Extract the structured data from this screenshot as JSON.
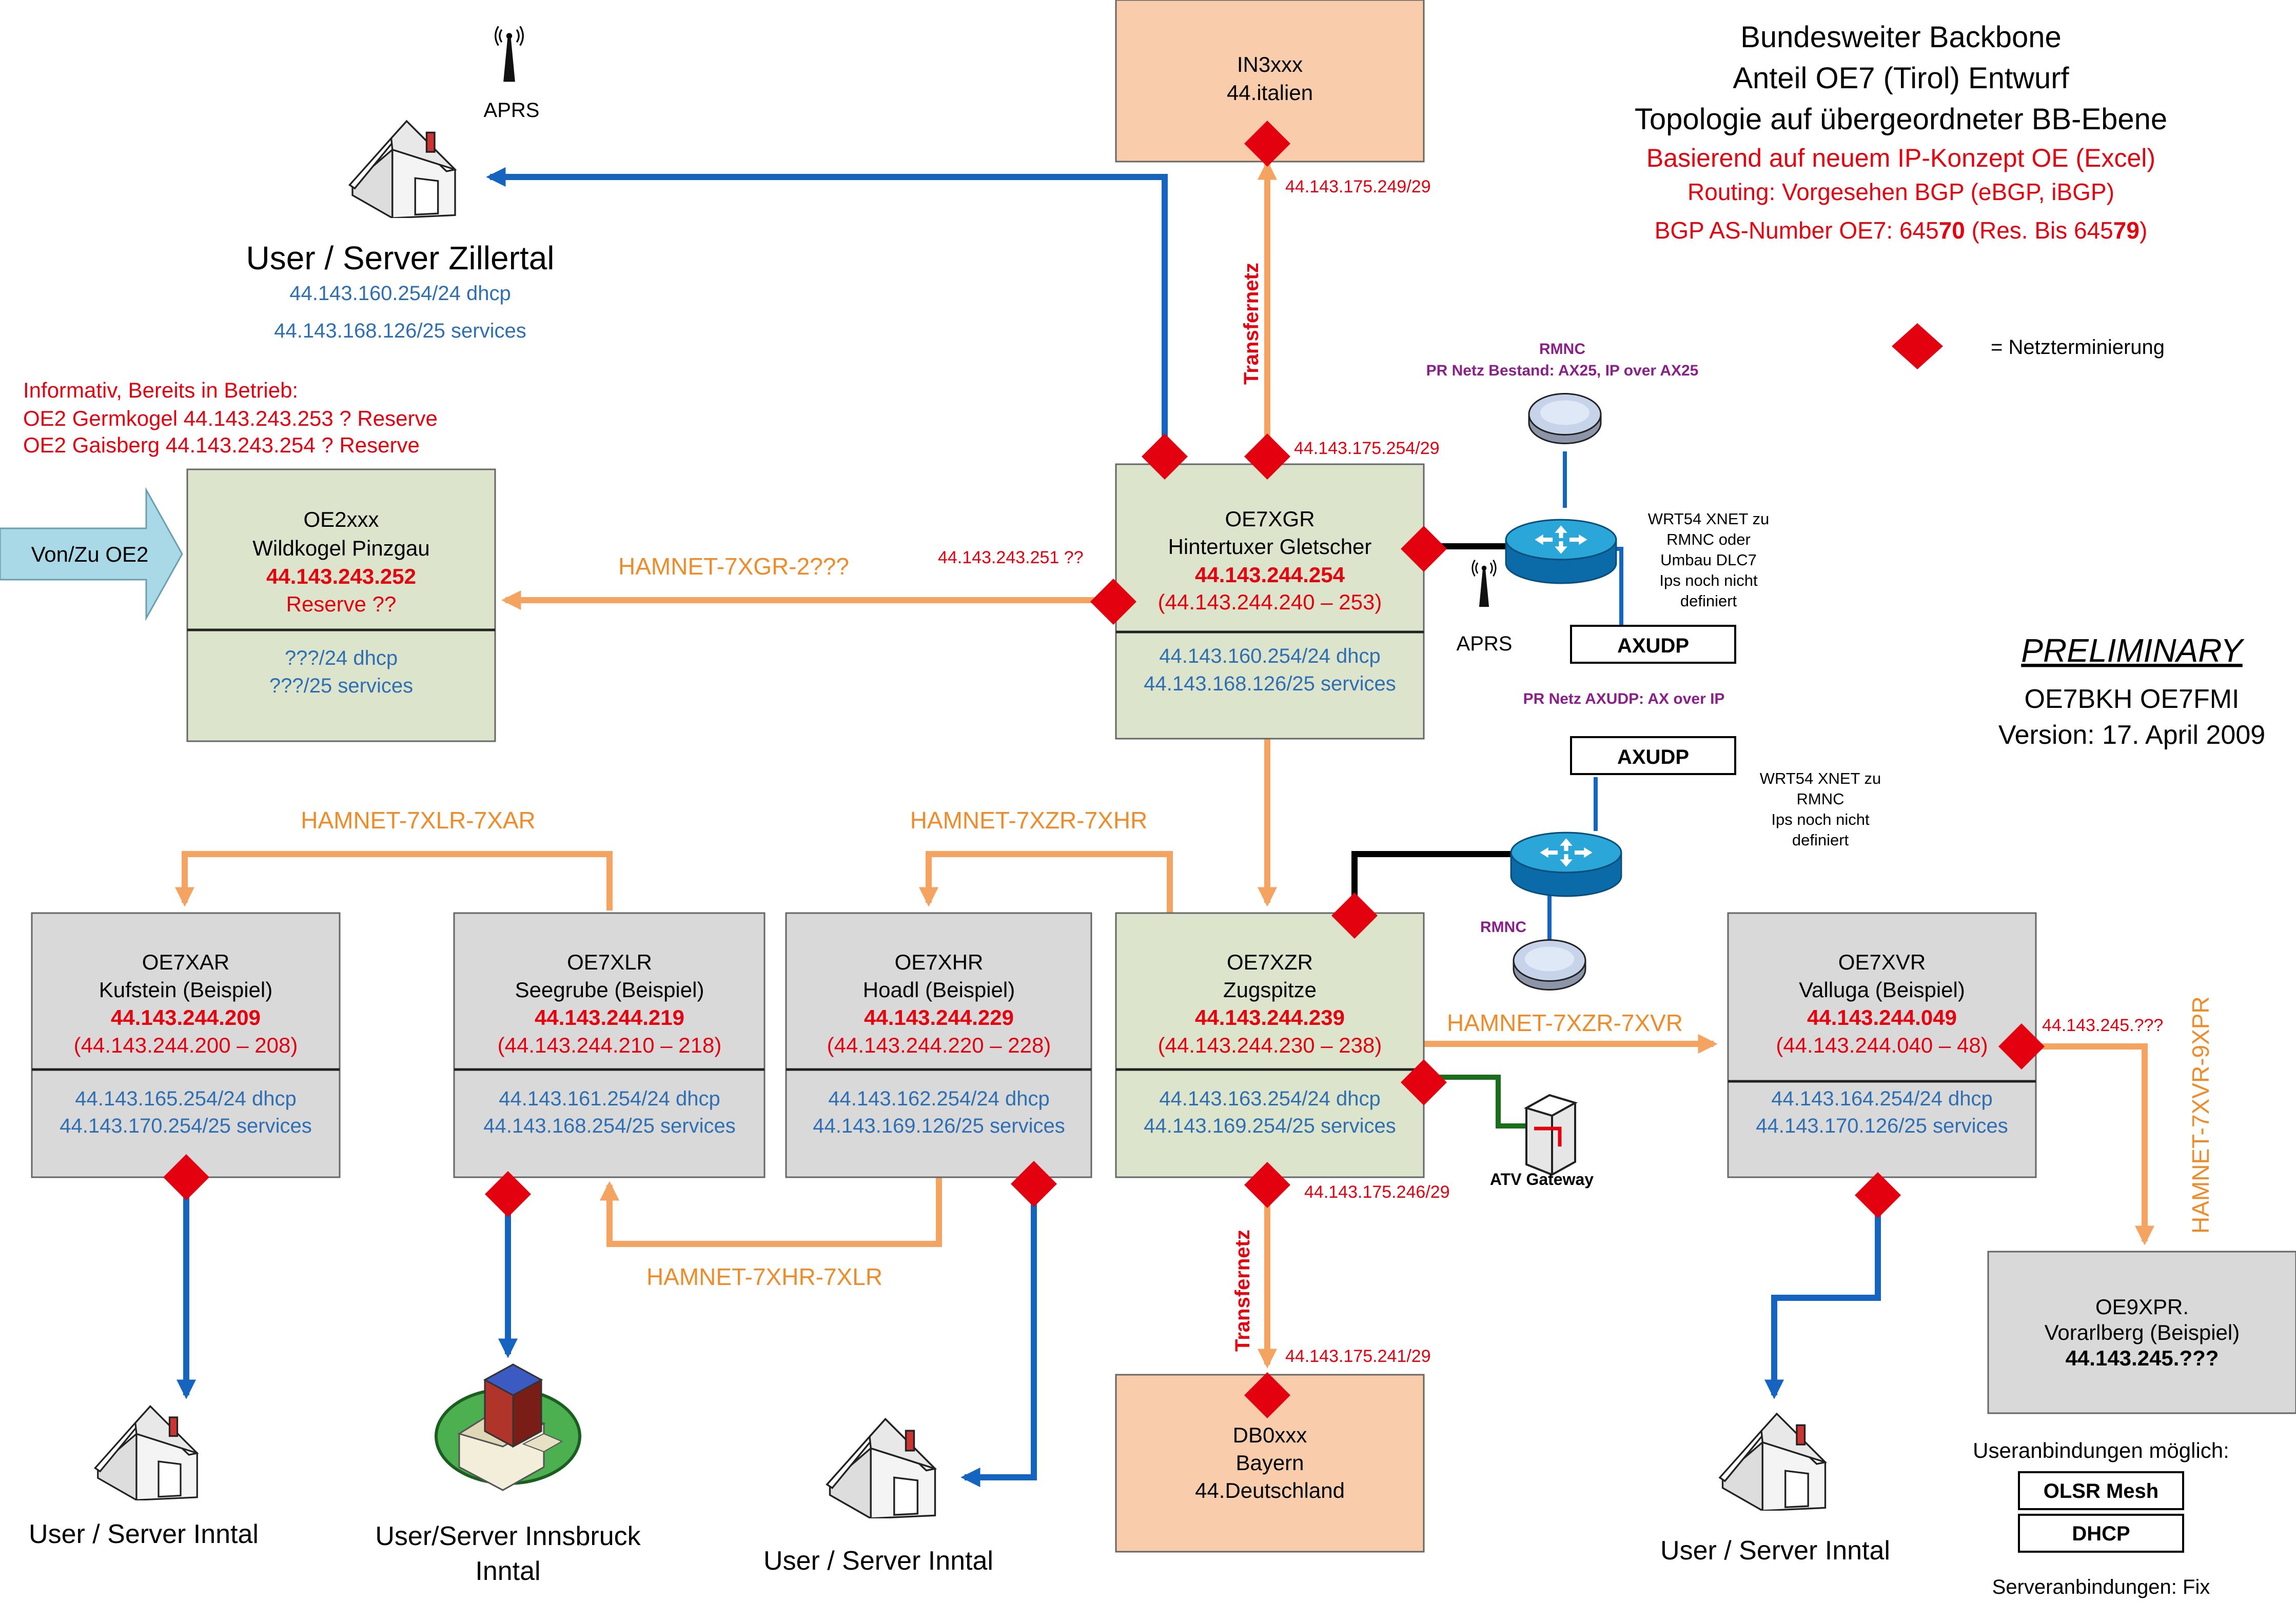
{
  "title": {
    "line1": "Bundesweiter Backbone",
    "line2": "Anteil OE7 (Tirol) Entwurf",
    "line3": "Topologie auf übergeordneter BB-Ebene",
    "line4": "Basierend auf neuem IP-Konzept OE (Excel)",
    "line5": "Routing: Vorgesehen BGP (eBGP, iBGP)",
    "line6a": "BGP AS-Number OE7: 645",
    "line6b": "70",
    "line6c": " (Res. Bis 645",
    "line6d": "79",
    "line6e": ")"
  },
  "legend": {
    "termination": "= Netzterminierung"
  },
  "preliminary": {
    "label": "PRELIMINARY",
    "authors": "OE7BKH OE7FMI",
    "version": "Version: 17. April 2009"
  },
  "info": {
    "line1": "Informativ, Bereits in Betrieb:",
    "line2": "OE2 Germkogel 44.143.243.253 ? Reserve",
    "line3": "OE2 Gaisberg 44.143.243.254 ? Reserve"
  },
  "vonzu": "Von/Zu OE2",
  "aprs_top": "APRS",
  "aprs_mid": "APRS",
  "zillertal": {
    "label": "User / Server Zillertal",
    "dhcp": "44.143.160.254/24 dhcp",
    "services": "44.143.168.126/25 services"
  },
  "nodes": {
    "in3": {
      "name": "IN3xxx",
      "sub": "44.italien"
    },
    "oe2": {
      "name": "OE2xxx",
      "location": "Wildkogel Pinzgau",
      "ip": "44.143.243.252",
      "range": "Reserve ??",
      "dhcp": "???/24  dhcp",
      "services": "???/25 services"
    },
    "oe7xgr": {
      "name": "OE7XGR",
      "location": "Hintertuxer Gletscher",
      "ip": "44.143.244.254",
      "range": "(44.143.244.240 – 253)",
      "dhcp": "44.143.160.254/24 dhcp",
      "services": "44.143.168.126/25 services"
    },
    "oe7xar": {
      "name": "OE7XAR",
      "location": "Kufstein (Beispiel)",
      "ip": "44.143.244.209",
      "range": "(44.143.244.200 – 208)",
      "dhcp": "44.143.165.254/24 dhcp",
      "services": "44.143.170.254/25 services"
    },
    "oe7xlr": {
      "name": "OE7XLR",
      "location": "Seegrube (Beispiel)",
      "ip": "44.143.244.219",
      "range": "(44.143.244.210 – 218)",
      "dhcp": "44.143.161.254/24 dhcp",
      "services": "44.143.168.254/25 services"
    },
    "oe7xhr": {
      "name": "OE7XHR",
      "location": "Hoadl (Beispiel)",
      "ip": "44.143.244.229",
      "range": "(44.143.244.220 – 228)",
      "dhcp": "44.143.162.254/24 dhcp",
      "services": "44.143.169.126/25 services"
    },
    "oe7xzr": {
      "name": "OE7XZR",
      "location": "Zugspitze",
      "ip": "44.143.244.239",
      "range": "(44.143.244.230 – 238)",
      "dhcp": "44.143.163.254/24 dhcp",
      "services": "44.143.169.254/25 services"
    },
    "oe7xvr": {
      "name": "OE7XVR",
      "location": "Valluga (Beispiel)",
      "ip": "44.143.244.049",
      "range": "(44.143.244.040 – 48)",
      "dhcp": "44.143.164.254/24 dhcp",
      "services": "44.143.170.126/25 services"
    },
    "db0": {
      "name": "DB0xxx",
      "location": "Bayern",
      "sub": "44.Deutschland"
    },
    "oe9": {
      "name": "OE9XPR.",
      "location": "Vorarlberg (Beispiel)",
      "ip": "44.143.245.???"
    }
  },
  "links": {
    "xgr2": "HAMNET-7XGR-2???",
    "xlr_xar": "HAMNET-7XLR-7XAR",
    "xzr_xhr": "HAMNET-7XZR-7XHR",
    "xhr_xlr": "HAMNET-7XHR-7XLR",
    "xzr_xvr": "HAMNET-7XZR-7XVR",
    "xvr_9xpr": "HAMNET-7XVR-9XPR",
    "transfer_top": "Transfernetz",
    "transfer_bottom": "Transfernetz"
  },
  "ips": {
    "ip249": "44.143.175.249/29",
    "ip254": "44.143.175.254/29",
    "ip251": "44.143.243.251 ??",
    "ip246": "44.143.175.246/29",
    "ip241": "44.143.175.241/29",
    "ip245": "44.143.245.???"
  },
  "rmnc_top": {
    "name": "RMNC",
    "desc": "PR Netz Bestand: AX25, IP over AX25"
  },
  "rmnc_bottom": "RMNC",
  "axudp1": "AXUDP",
  "axudp2": "AXUDP",
  "axudp_desc": "PR Netz AXUDP: AX over IP",
  "wrt1": {
    "l1": "WRT54 XNET zu",
    "l2": "RMNC oder",
    "l3": "Umbau DLC7",
    "l4": "Ips noch nicht",
    "l5": "definiert"
  },
  "wrt2": {
    "l1": "WRT54 XNET zu",
    "l2": "RMNC",
    "l3": "Ips noch nicht",
    "l4": "definiert"
  },
  "atv": "ATV Gateway",
  "users": {
    "inntal1": "User / Server Inntal",
    "innsbruck1": "User/Server Innsbruck",
    "innsbruck2": "Inntal",
    "inntal2": "User / Server Inntal",
    "inntal3": "User / Server Inntal"
  },
  "options": {
    "heading": "Useranbindungen möglich:",
    "olsr": "OLSR Mesh",
    "dhcp": "DHCP",
    "server": "Serveranbindungen: Fix"
  }
}
